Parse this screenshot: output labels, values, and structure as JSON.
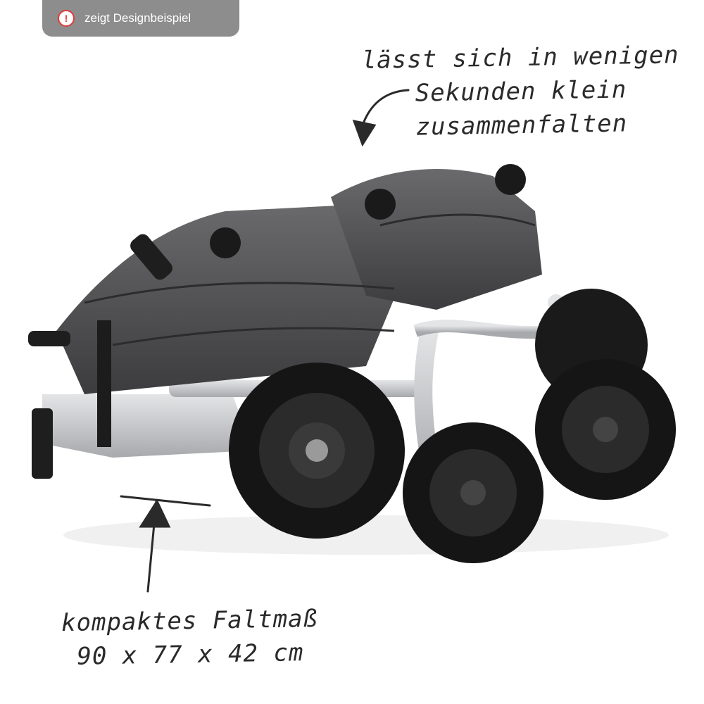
{
  "badge": {
    "label": "zeigt Designbeispiel",
    "icon": "warning-circle-icon",
    "icon_color": "#e23b3b",
    "bg": "#8d8d8d"
  },
  "annotations": {
    "top": [
      "lässt sich in wenigen",
      "Sekunden klein",
      "zusammenfalten"
    ],
    "bottom": [
      "kompaktes Faltmaß",
      "90 x 77 x 42 cm"
    ]
  },
  "colors": {
    "fabric": "#4b4b4d",
    "frame": "#c9cacc",
    "tire": "#1a1a1a",
    "ink": "#2a2a2a"
  }
}
